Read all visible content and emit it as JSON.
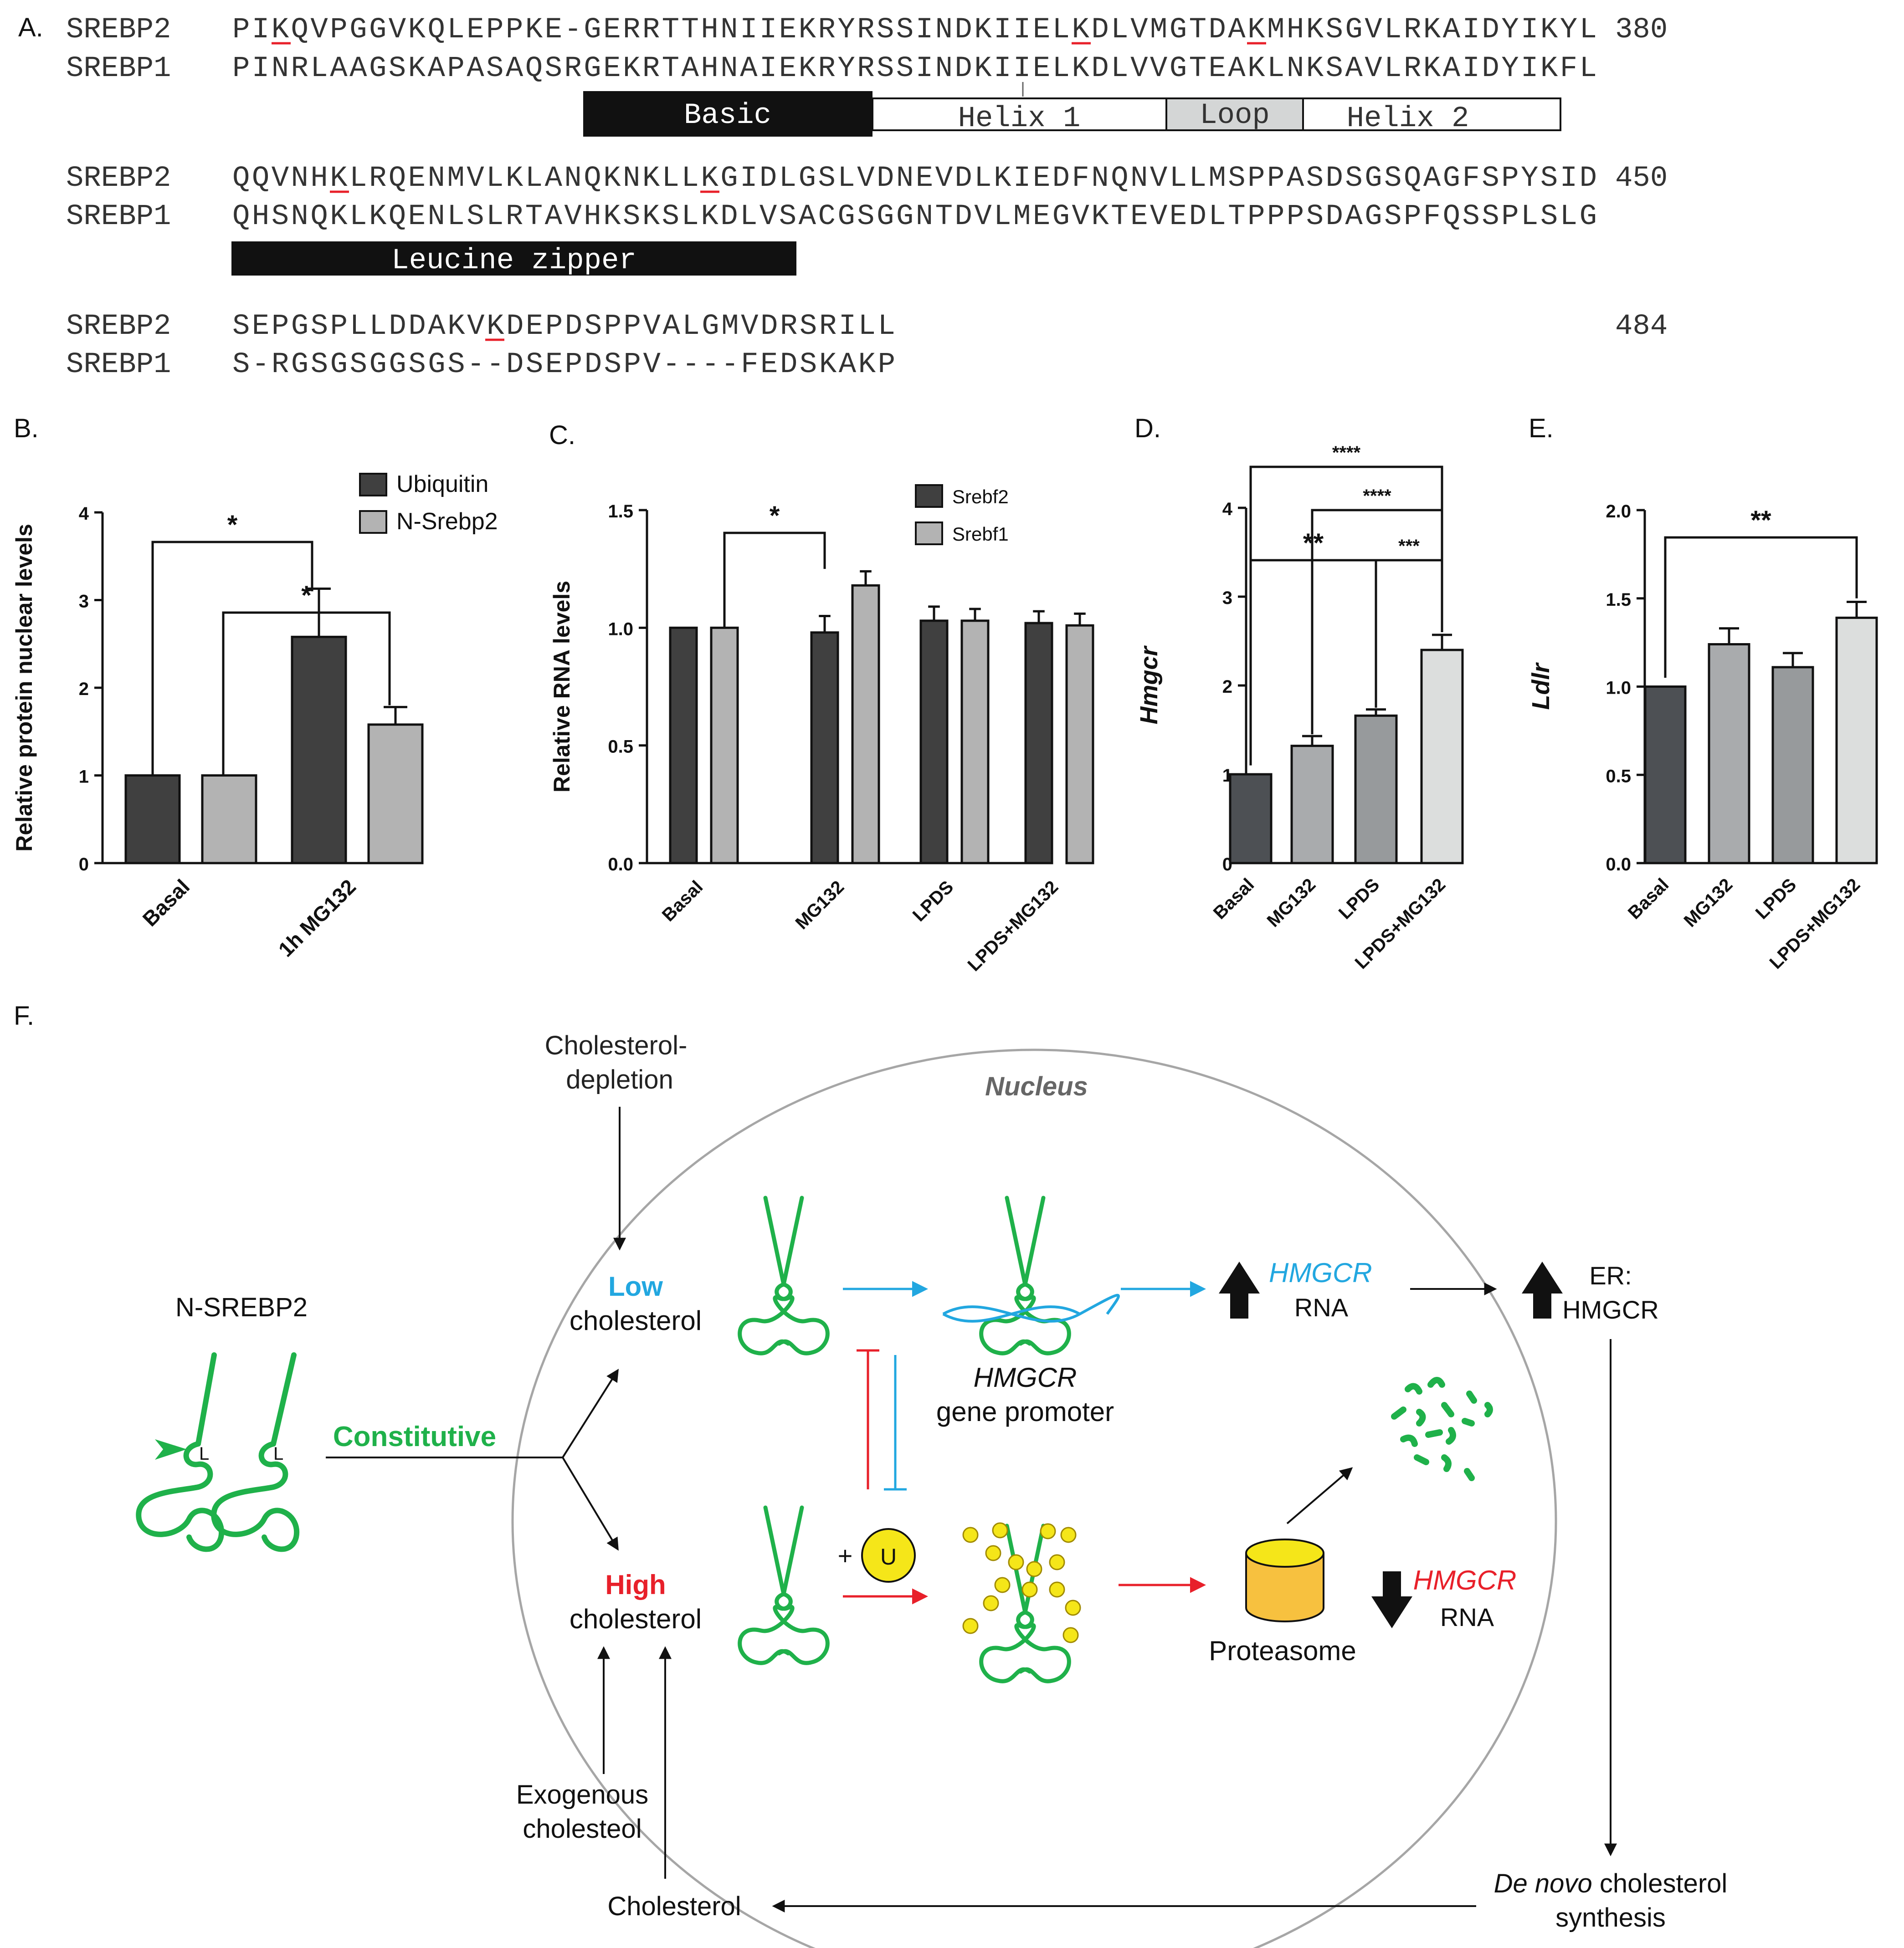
{
  "panel_labels": [
    "A.",
    "B.",
    "C.",
    "D.",
    "E.",
    "F."
  ],
  "sequence_alignment": {
    "blocks": [
      {
        "rows": [
          {
            "name": "SREBP2",
            "seq": "PIKQVPGGVKQLEPPKE-GERRTTHNIIEKRYRSSINDKIIELKDLVMGTDAKMHKSGVLRKAIDYIKYL",
            "end": "380"
          },
          {
            "name": "SREBP1",
            "seq": "PINRLAAGSKAPASAQSRGEKRTAHNAIEKRYRSSINDKIIELKDLVVGTEAKLNKSAVLRKAIDYIKFL",
            "end": ""
          }
        ],
        "domains": [
          "Basic",
          "Helix 1",
          "Loop",
          "Helix 2"
        ]
      },
      {
        "rows": [
          {
            "name": "SREBP2",
            "seq": "QQVNHKLRQENMVLKLANQKNKLLKGIDLGSLVDNEVDLKIEDFNQNVLLMSPPASDSGSQAGFSPYSID",
            "end": "450"
          },
          {
            "name": "SREBP1",
            "seq": "QHSNQKLKQENLSLRTAVHKSKSLKDLVSACGSGGNTDVLMEGVKTEVEDLTPPPSDAGSPFQSSPLSLG",
            "end": ""
          }
        ],
        "domains": [
          "Leucine zipper"
        ]
      },
      {
        "rows": [
          {
            "name": "SREBP2",
            "seq": "SEPGSPLLDDAKVKDEPDSPPVALGMVDRSRILL",
            "end": "484"
          },
          {
            "name": "SREBP1",
            "seq": "S-RGSGSGGSGS--DSEPDSPV----FEDSKAKP",
            "end": ""
          }
        ],
        "domains": []
      }
    ]
  },
  "chart_data": [
    {
      "panel": "B",
      "type": "bar",
      "categories": [
        "Basal",
        "1h MG132"
      ],
      "series": [
        {
          "name": "Ubiquitin",
          "values": [
            1.0,
            2.58
          ],
          "errors": [
            0,
            0.55
          ],
          "color": "#404040"
        },
        {
          "name": "N-Srebp2",
          "values": [
            1.0,
            1.58
          ],
          "errors": [
            0,
            0.2
          ],
          "color": "#b3b3b3"
        }
      ],
      "ylabel": "Relative protein nuclear levels",
      "ylim": [
        0,
        4
      ],
      "yticks": [
        "0",
        "1",
        "2",
        "3",
        "4"
      ],
      "significance": [
        "*",
        "*"
      ],
      "legend": "top-right"
    },
    {
      "panel": "C",
      "type": "bar",
      "categories": [
        "Basal",
        "MG132",
        "LPDS",
        "LPDS+MG132"
      ],
      "series": [
        {
          "name": "Srebf2",
          "values": [
            1.0,
            0.98,
            1.03,
            1.02
          ],
          "errors": [
            0,
            0.07,
            0.06,
            0.05
          ],
          "color": "#404040"
        },
        {
          "name": "Srebf1",
          "values": [
            1.0,
            1.18,
            1.03,
            1.01
          ],
          "errors": [
            0,
            0.06,
            0.05,
            0.05
          ],
          "color": "#b3b3b3"
        }
      ],
      "ylabel": "Relative RNA levels",
      "ylim": [
        0,
        1.5
      ],
      "yticks": [
        "0.0",
        "0.5",
        "1.0",
        "1.5"
      ],
      "significance": [
        "*"
      ],
      "legend": "top-right"
    },
    {
      "panel": "D",
      "type": "bar",
      "categories": [
        "Basal",
        "MG132",
        "LPDS",
        "LPDS+MG132"
      ],
      "values": [
        1.0,
        1.32,
        1.66,
        2.4
      ],
      "errors": [
        0,
        0.11,
        0.07,
        0.17
      ],
      "colors": [
        "#4d5054",
        "#a9abad",
        "#979a9c",
        "#dcdedd"
      ],
      "ylabel": "Hmgcr",
      "ylim": [
        0,
        4
      ],
      "yticks": [
        "0",
        "1",
        "2",
        "3",
        "4"
      ],
      "significance": [
        "****",
        "****",
        "**",
        "***"
      ]
    },
    {
      "panel": "E",
      "type": "bar",
      "categories": [
        "Basal",
        "MG132",
        "LPDS",
        "LPDS+MG132"
      ],
      "values": [
        1.0,
        1.24,
        1.11,
        1.39
      ],
      "errors": [
        0,
        0.09,
        0.08,
        0.09
      ],
      "colors": [
        "#4d5054",
        "#a9abad",
        "#979a9c",
        "#dcdedd"
      ],
      "ylabel": "Ldlr",
      "ylim": [
        0,
        2.0
      ],
      "yticks": [
        "0.0",
        "0.5",
        "1.0",
        "1.5",
        "2.0"
      ],
      "significance": [
        "**"
      ]
    }
  ],
  "diagram": {
    "cholesterol_depletion": "Cholesterol-\ndepletion",
    "nucleus": "Nucleus",
    "n_srebp2": "N-SREBP2",
    "constitutive": "Constitutive",
    "low": "Low",
    "high": "High",
    "cholesterol_word": "cholesterol",
    "hmgcr_gene": "HMGCR",
    "gene_promoter": "gene promoter",
    "hmgcr_up": "HMGCR",
    "rna": "RNA",
    "er": "ER:",
    "er_hmgcr": "HMGCR",
    "plus": "+",
    "ub": "U",
    "proteasome": "Proteasome",
    "hmgcr_down": "HMGCR",
    "de_novo": "De novo",
    "cholesterol_synth": " cholesterol",
    "synthesis": "synthesis",
    "cholesterol_bottom": "Cholesterol",
    "exogenous": "Exogenous",
    "cholesteol": "cholesteol",
    "leucine_marker": "L",
    "colors": {
      "green": "#1fb14a",
      "blue": "#22a7e0",
      "red": "#e8202a",
      "yellow": "#f5e619",
      "proteasome": "#f7c13f"
    }
  }
}
